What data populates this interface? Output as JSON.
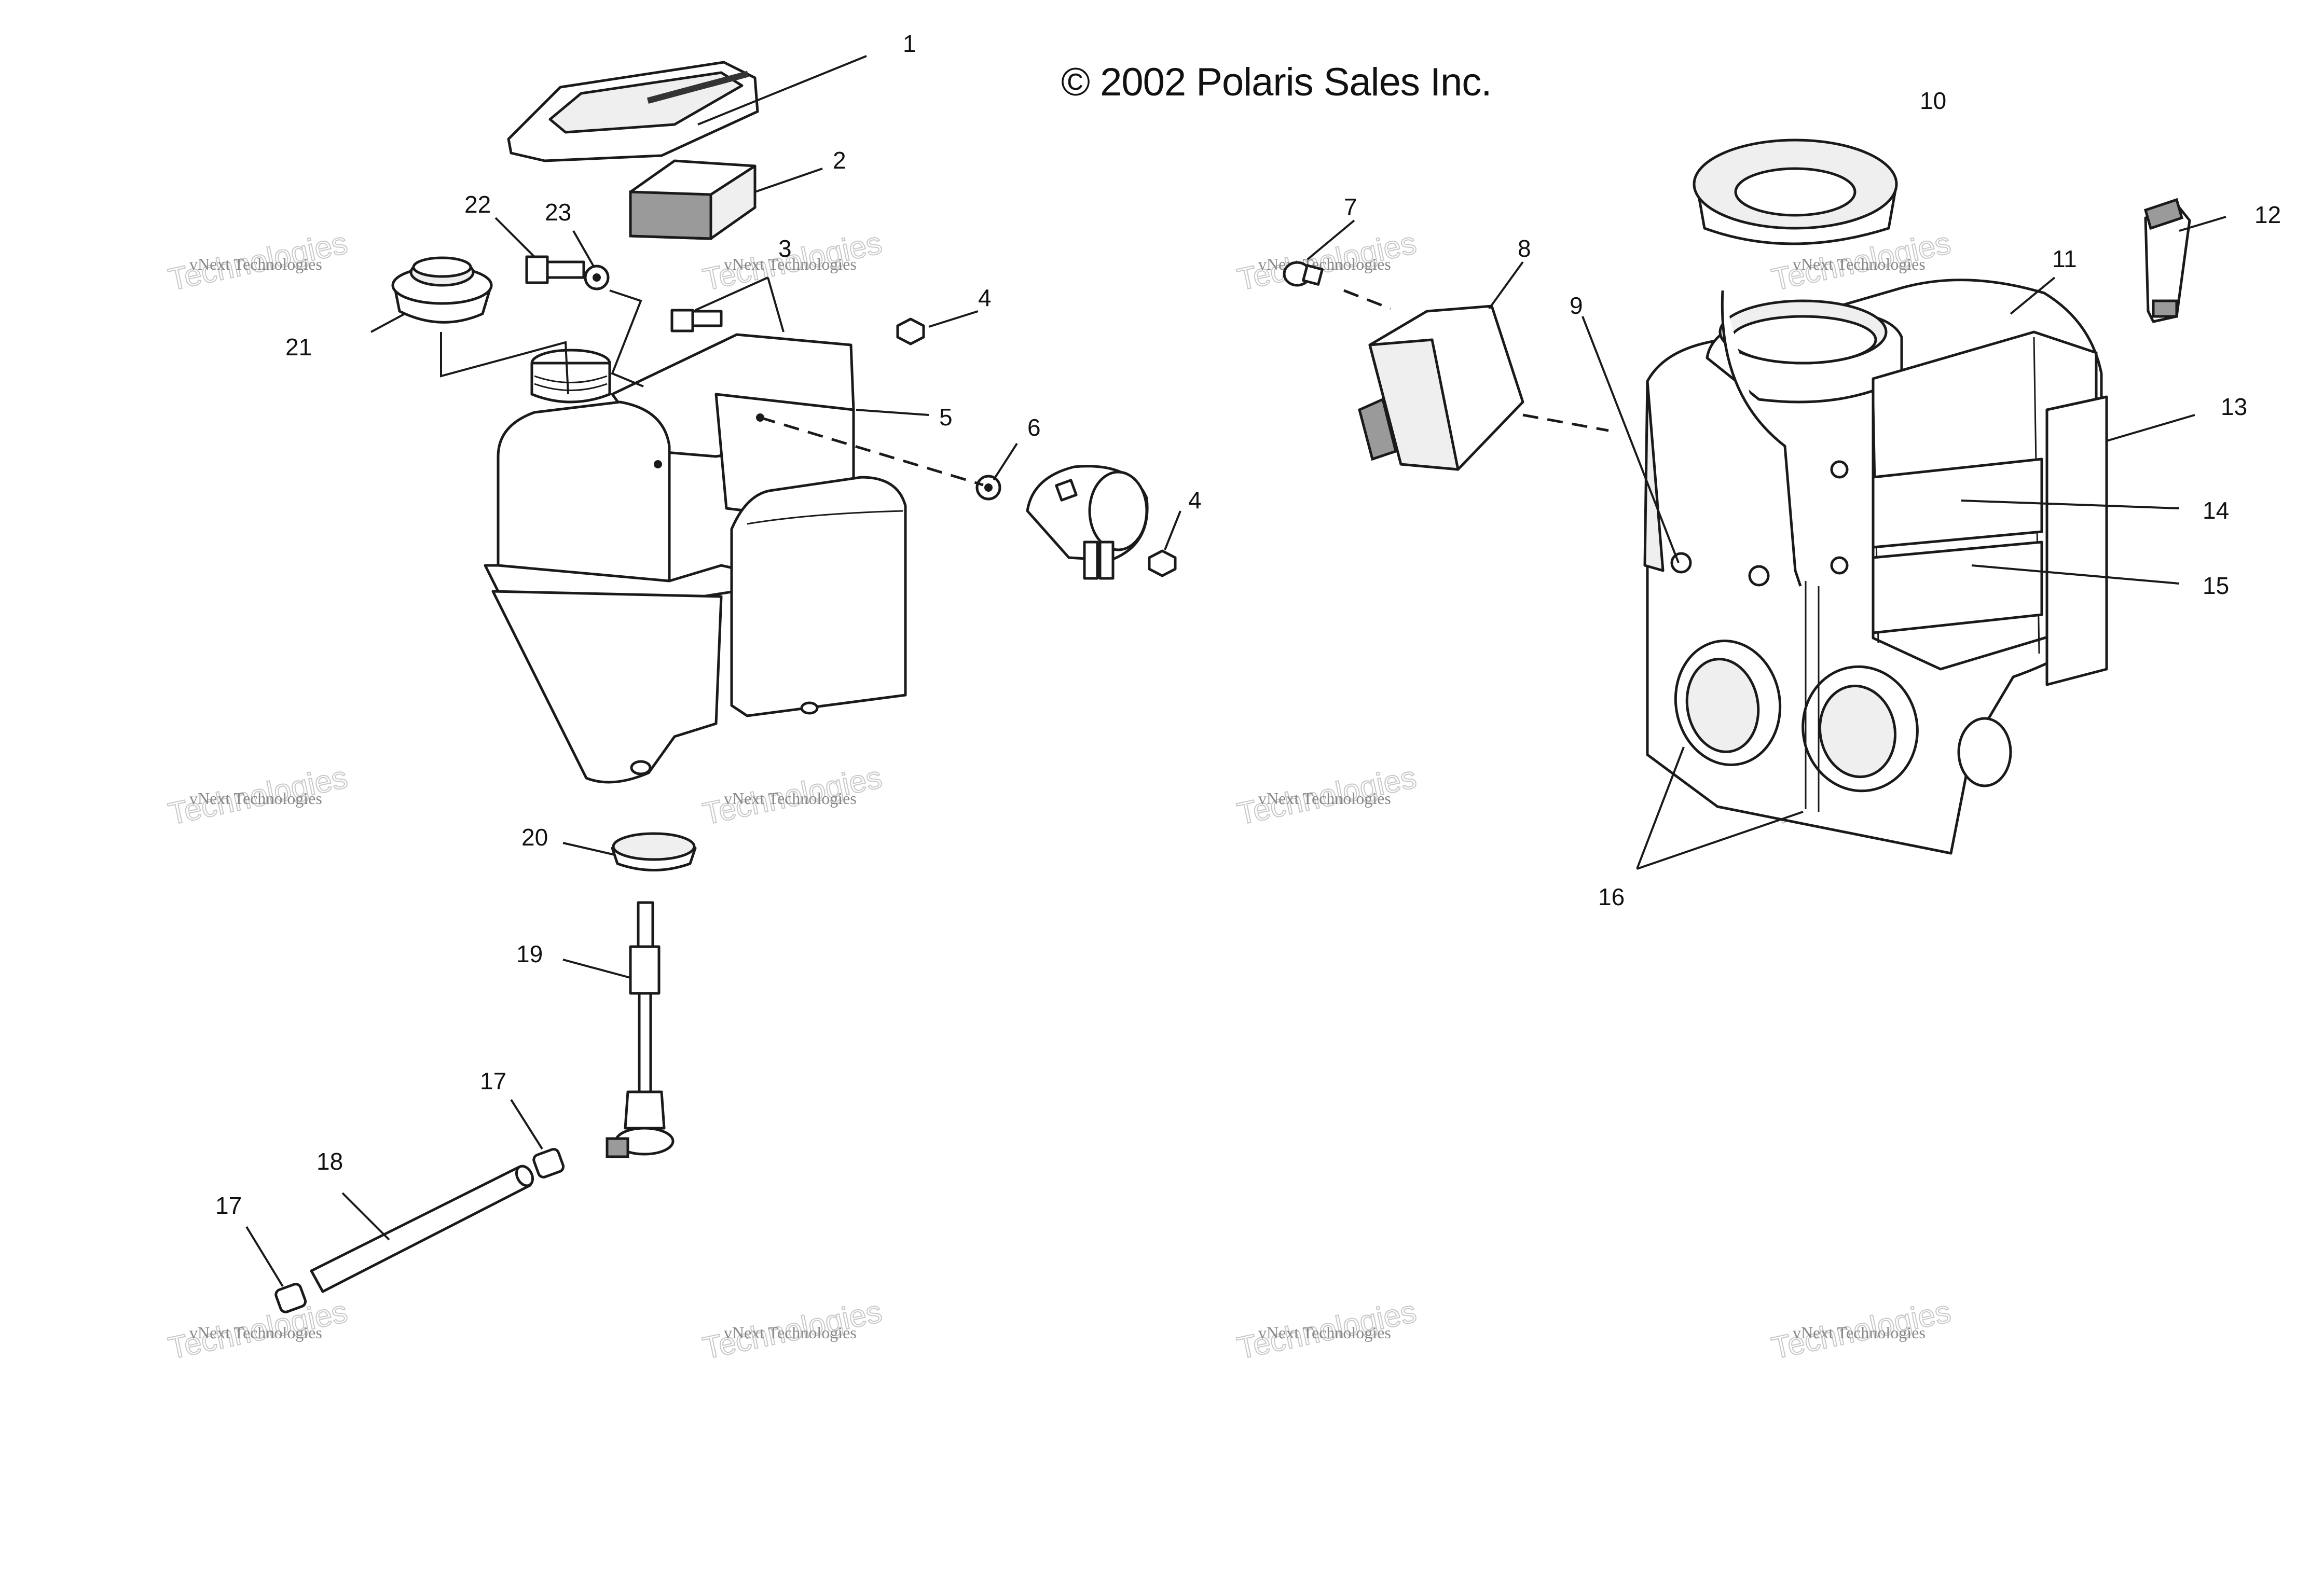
{
  "copyright": "© 2002 Polaris Sales Inc.",
  "watermark": {
    "line1": "vNext Technologies",
    "line2": "vNext",
    "line3": "Technologies"
  },
  "callouts": {
    "c1": "1",
    "c2": "2",
    "c3": "3",
    "c4a": "4",
    "c4b": "4",
    "c5": "5",
    "c6": "6",
    "c7": "7",
    "c8": "8",
    "c9": "9",
    "c10": "10",
    "c11": "11",
    "c12": "12",
    "c13": "13",
    "c14": "14",
    "c15": "15",
    "c16": "16",
    "c17a": "17",
    "c17b": "17",
    "c18": "18",
    "c19": "19",
    "c20": "20",
    "c21": "21",
    "c22": "22",
    "c23": "23"
  }
}
